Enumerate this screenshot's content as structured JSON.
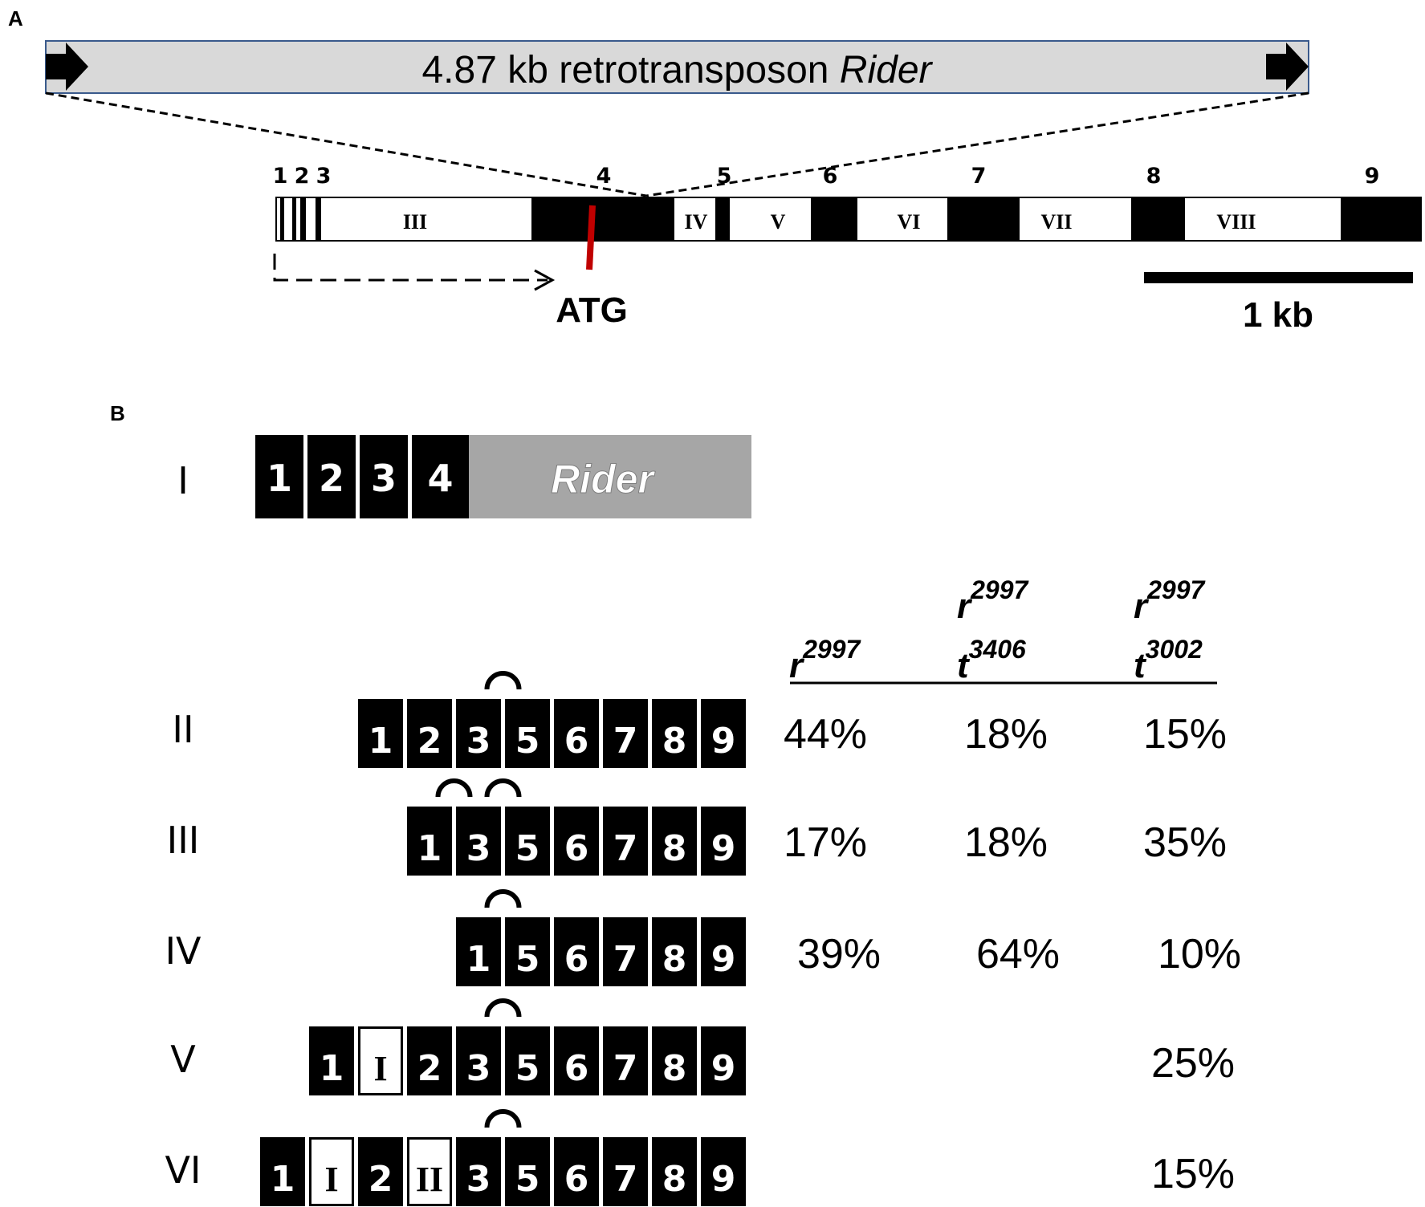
{
  "panel_a": {
    "label": "A",
    "rider_bar": {
      "text_prefix": "4.87 kb retrotransposon ",
      "text_italic": "Rider"
    },
    "exon_numbers": [
      "1",
      "2",
      "3",
      "4",
      "5",
      "6",
      "7",
      "8",
      "9"
    ],
    "intron_labels": [
      "III",
      "IV",
      "V",
      "VI",
      "VII",
      "VIII"
    ],
    "atg_label": "ATG",
    "scale_label": "1 kb",
    "colors": {
      "bar_fill": "#d9d9d9",
      "bar_border": "#3a5a8c",
      "atg_marker": "#c00000",
      "exon": "#000000"
    }
  },
  "panel_b": {
    "label": "B",
    "isoform_i": {
      "label": "I",
      "exons": [
        "1",
        "2",
        "3",
        "4"
      ],
      "insert": "Rider"
    },
    "columns": [
      {
        "line1": "",
        "line2": "r",
        "sup2": "2997"
      },
      {
        "line1": "r",
        "sup1": "2997",
        "line2": "t",
        "sup2": "3406"
      },
      {
        "line1": "r",
        "sup1": "2997",
        "line2": "t",
        "sup2": "3002"
      }
    ],
    "rows": [
      {
        "label": "II",
        "boxes": [
          "1",
          "2",
          "3",
          "5",
          "6",
          "7",
          "8",
          "9"
        ],
        "intron_boxes": [],
        "values": [
          "44%",
          "18%",
          "15%"
        ]
      },
      {
        "label": "III",
        "boxes": [
          "1",
          "3",
          "5",
          "6",
          "7",
          "8",
          "9"
        ],
        "intron_boxes": [],
        "values": [
          "17%",
          "18%",
          "35%"
        ]
      },
      {
        "label": "IV",
        "boxes": [
          "1",
          "5",
          "6",
          "7",
          "8",
          "9"
        ],
        "intron_boxes": [],
        "values": [
          "39%",
          "64%",
          "10%"
        ]
      },
      {
        "label": "V",
        "boxes": [
          "1",
          "I",
          "2",
          "3",
          "5",
          "6",
          "7",
          "8",
          "9"
        ],
        "intron_boxes": [
          1
        ],
        "values": [
          "",
          "",
          "25%"
        ]
      },
      {
        "label": "VI",
        "boxes": [
          "1",
          "I",
          "2",
          "II",
          "3",
          "5",
          "6",
          "7",
          "8",
          "9"
        ],
        "intron_boxes": [
          1,
          3
        ],
        "values": [
          "",
          "",
          "15%"
        ]
      }
    ],
    "colors": {
      "rider_fill": "#a6a6a6"
    }
  }
}
